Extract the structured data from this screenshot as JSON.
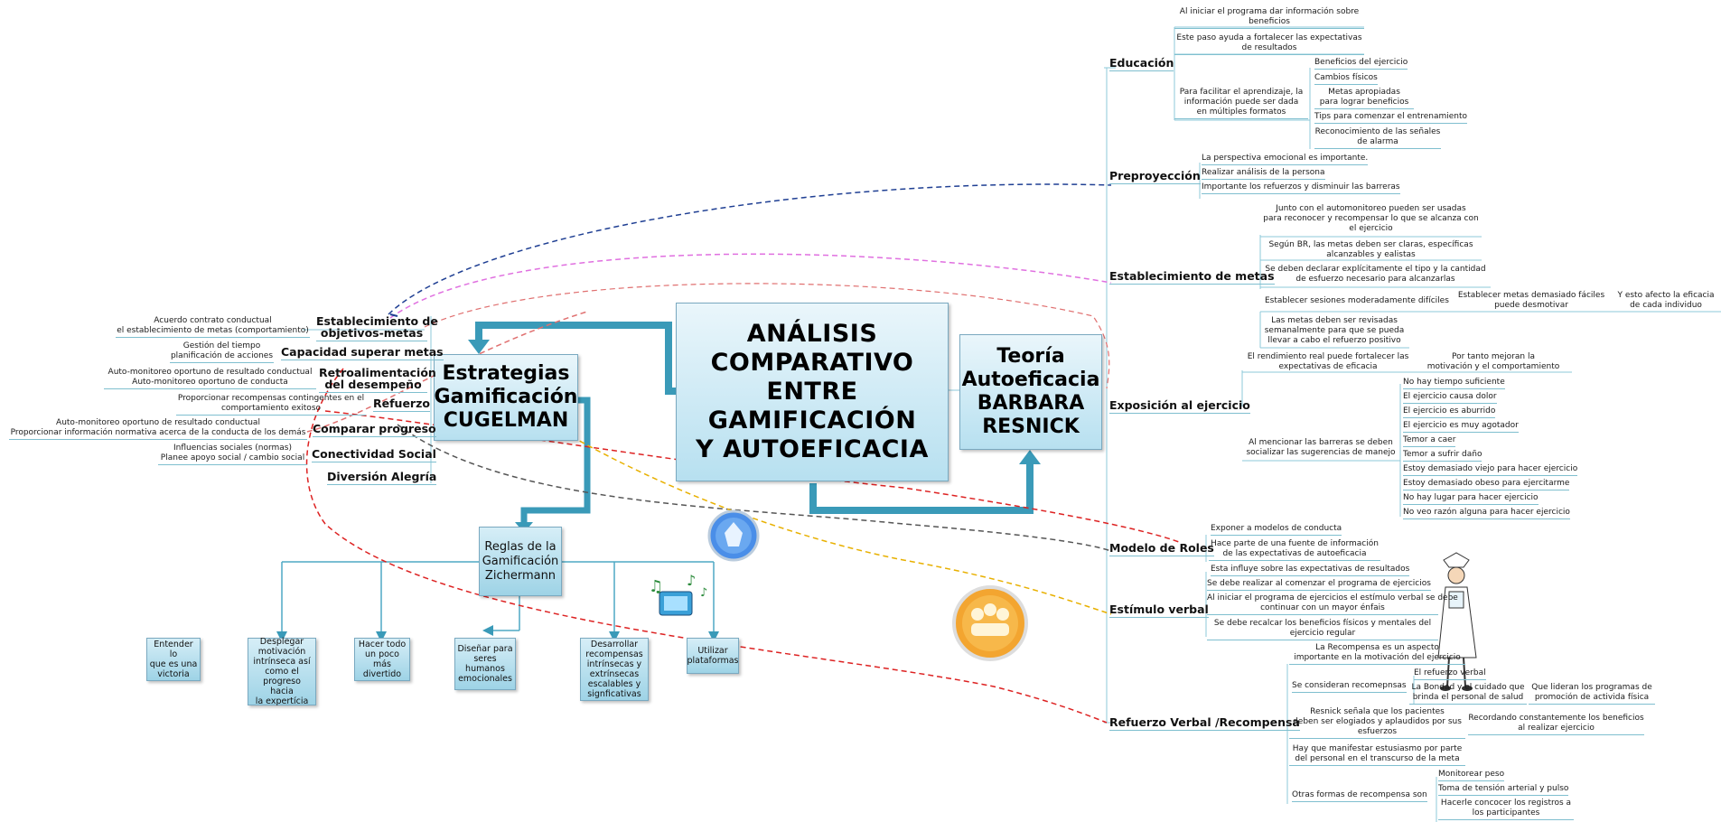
{
  "title": {
    "line1": "ANÁLISIS",
    "line2": "COMPARATIVO",
    "line3": "ENTRE",
    "line4": "GAMIFICACIÓN",
    "line5": "Y AUTOEFICACIA"
  },
  "left_node": {
    "line1": "Estrategias",
    "line2": "Gamificación",
    "line3": "CUGELMAN"
  },
  "right_node": {
    "line1": "Teoría",
    "line2": "Autoeficacia",
    "line3": "BARBARA",
    "line4": "RESNICK"
  },
  "rules_node": {
    "line1": "Reglas de la",
    "line2": "Gamificación",
    "line3": "Zichermann"
  },
  "rules": [
    {
      "l1": "Entender lo",
      "l2": "que es una",
      "l3": "victoria"
    },
    {
      "l1": "Desplegar",
      "l2": "motivación",
      "l3": "intrínseca así",
      "l4": "como el",
      "l5": "progreso hacia",
      "l6": "la expertícia"
    },
    {
      "l1": "Hacer todo",
      "l2": "un poco más",
      "l3": "divertido"
    },
    {
      "l1": "Diseñar para",
      "l2": "seres humanos",
      "l3": "emocionales"
    },
    {
      "l1": "Desarrollar",
      "l2": "recompensas",
      "l3": "intrínsecas y",
      "l4": "extrínsecas",
      "l5": "escalables y",
      "l6": "signficativas"
    },
    {
      "l1": "Utilizar",
      "l2": "plataformas"
    }
  ],
  "cugelman": {
    "metas": {
      "label1": "Establecimiento de",
      "label2": "objetivos-metas",
      "d1": "Acuerdo contrato conductual",
      "d2": "el establecimiento de metas (comportamiento)"
    },
    "capacidad": {
      "label": "Capacidad superar metas",
      "d1": "Gestión del tiempo",
      "d2": "planificación de acciones"
    },
    "retro": {
      "label1": "Retroalimentación",
      "label2": "del desempeño",
      "d1": "Auto-monitoreo oportuno de resultado conductual",
      "d2": "Auto-monitoreo oportuno de conducta"
    },
    "refuerzo": {
      "label": "Refuerzo",
      "d1": "Proporcionar recompensas contingentes en el",
      "d2": "comportamiento exitoso"
    },
    "progreso": {
      "label": "Comparar progreso",
      "d1": "Auto-monitoreo oportuno de resultado conductual",
      "d2": "Proporcionar información normativa acerca de la conducta de los demás"
    },
    "social": {
      "label": "Conectividad Social",
      "d1": "Influencias sociales (normas)",
      "d2": "Planee apoyo social / cambio social"
    },
    "diversion": {
      "label": "Diversión Alegría"
    }
  },
  "resnick": {
    "educacion": {
      "label": "Educación",
      "a1": "Al iniciar el programa dar información sobre",
      "a2": "beneficios",
      "b1": "Este paso ayuda a fortalecer las expectativas",
      "b2": "de resultados",
      "c1": "Para facilitar el aprendizaje, la",
      "c2": "información puede ser dada",
      "c3": "en múltiples formatos",
      "subs": [
        "Beneficios del ejercicio",
        "Cambios físicos",
        "Metas apropiadas",
        "para lograr beneficios",
        "Tips para comenzar el entrenamiento",
        "Reconocimiento de las señales",
        "de alarma"
      ]
    },
    "preproyeccion": {
      "label": "Preproyección",
      "items": [
        "La perspectiva emocional es importante.",
        "Realizar análisis de la persona",
        "Importante los refuerzos y disminuir las barreras"
      ]
    },
    "metas": {
      "label": "Establecimiento de metas",
      "a1": "Junto con el automonitoreo pueden ser usadas",
      "a2": "para reconocer y recompensar lo que se alcanza con",
      "a3": "el ejercicio",
      "b1": "Según BR, las metas deben ser claras, específicas",
      "b2": "alcanzables y ealistas",
      "c1": "Se deben declarar explícitamente el tipo y la cantidad",
      "c2": "de esfuerzo necesario para alcanzarlas",
      "d1": "Establecer sesiones moderadamente difíciles",
      "e1": "Establecer metas demasiado fáciles",
      "e2": "puede desmotivar",
      "f1": "Y esto afecto la eficacia",
      "f2": "de cada individuo",
      "g1": "Las metas deben ser revisadas",
      "g2": "semanalmente para que se pueda",
      "g3": "llevar a cabo el refuerzo positivo"
    },
    "exposicion": {
      "label": "Exposición al ejercicio",
      "a1": "El rendimiento real puede fortalecer las",
      "a2": "expectativas de eficacia",
      "b1": "Por tanto mejoran la",
      "b2": "motivación y el comportamiento",
      "c1": "Al mencionar las barreras se deben",
      "c2": "socializar las sugerencias de manejo",
      "barriers": [
        "No hay tiempo suficiente",
        "El ejercicio causa dolor",
        "El ejercicio es aburrido",
        "El ejercicio es muy agotador",
        "Temor a caer",
        "Temor a sufrir daño",
        "Estoy demasiado viejo para hacer ejercicio",
        "Estoy demasiado obeso para ejercitarme",
        "No hay lugar para hacer ejercicio",
        "No veo razón alguna para hacer ejercicio"
      ]
    },
    "roles": {
      "label": "Modelo de Roles",
      "a1": "Exponer a modelos de conducta",
      "b1": "Hace parte de una fuente de información",
      "b2": "de las expectativas de autoeficacia"
    },
    "verbal": {
      "label": "Estímulo verbal",
      "a1": "Esta influye sobre las expectativas de resultados",
      "b1": "Se debe realizar al comenzar el programa de ejercicios",
      "c1": "Al iniciar el programa de ejercicios el estímulo verbal se debe",
      "c2": "continuar con un mayor énfais",
      "d1": "Se debe recalcar los beneficios físicos y mentales  del",
      "d2": "ejercicio regular"
    },
    "recompensa": {
      "label": "Refuerzo Verbal /Recompensa",
      "a1": "La Recompensa es un aspecto",
      "a2": "importante en la motivación del ejercicio",
      "b1": "Se consideran recomepnsas",
      "b_sub1": "El refuerzo verbal",
      "b_sub2a": "La Bondad y el cuidado que",
      "b_sub2b": "brinda el personal de salud",
      "b_sub3a": "Que lideran los programas de",
      "b_sub3b": "promoción de activida física",
      "c1": "Resnick señala que los pacientes",
      "c2": "deben ser elogiados y aplaudidos por sus",
      "c3": "esfuerzos",
      "c_sub1": "Recordando constantemente los beneficios",
      "c_sub2": "al realizar ejercicio",
      "d1": "Hay que manifestar estusiasmo por parte",
      "d2": "del personal en el transcurso de la meta",
      "e1": "Otras formas de recompensa son",
      "e_subs": [
        "Monitorear peso",
        "Toma de tensión arterial y pulso",
        "Hacerle concocer los registros a",
        "los participantes"
      ]
    }
  }
}
